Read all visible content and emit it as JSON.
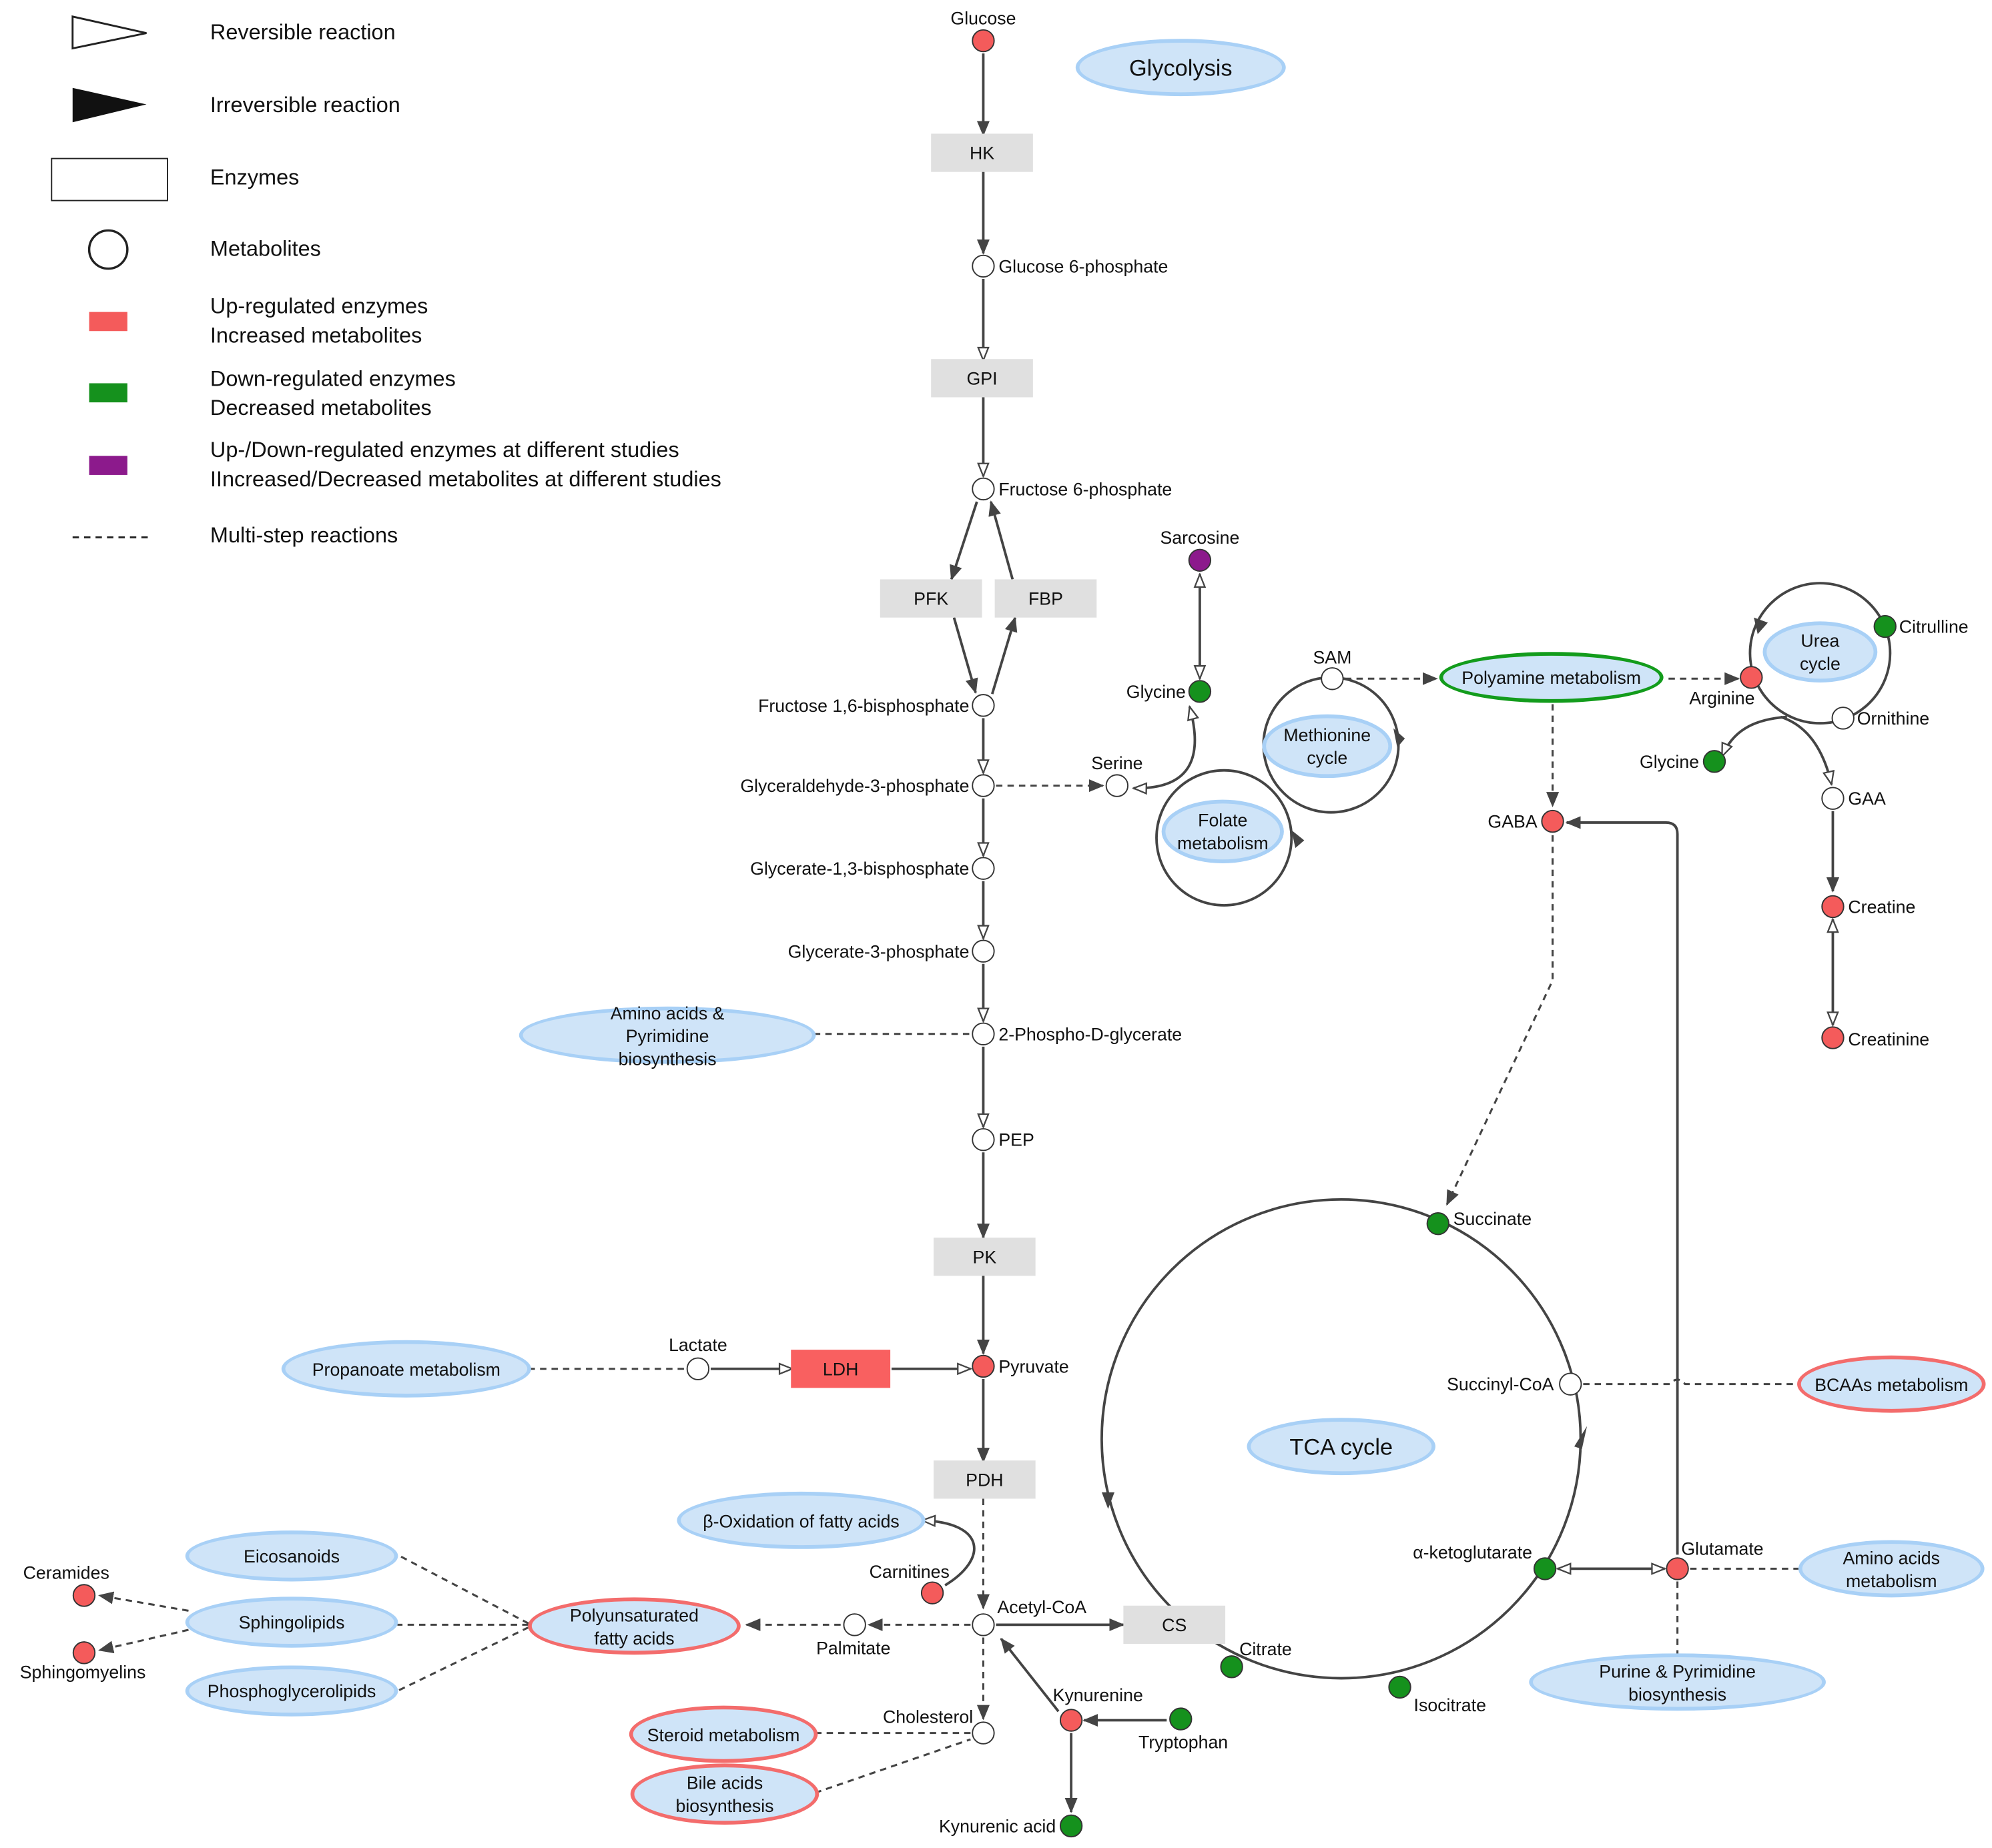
{
  "legend": {
    "reversible": "Reversible reaction",
    "irreversible": "Irreversible reaction",
    "enzymes": "Enzymes",
    "metabolites": "Metabolites",
    "up_enzymes": "Up-regulated enzymes",
    "up_metabolites": "Increased metabolites",
    "down_enzymes": "Down-regulated enzymes",
    "down_metabolites": "Decreased metabolites",
    "mixed_enzymes": "Up-/Down-regulated enzymes at different studies",
    "mixed_metabolites": "IIncreased/Decreased metabolites at different studies",
    "multistep": "Multi-step reactions",
    "colors": {
      "up": "#f45b5b",
      "down": "#15911d",
      "mixed": "#8c1a8c",
      "pathway_fill": "#cfe4f8",
      "pathway_border": "#a8d0f6",
      "enzyme": "#e0e0e0"
    }
  },
  "enzymes": {
    "hk": "HK",
    "gpi": "GPI",
    "pfk": "PFK",
    "fbp": "FBP",
    "pk": "PK",
    "ldh": "LDH",
    "pdh": "PDH",
    "cs": "CS"
  },
  "pathways": {
    "glycolysis": "Glycolysis",
    "amino_pyrimidine": "Amino acids & Pyrimidine biosynthesis",
    "propanoate": "Propanoate metabolism",
    "beta_oxidation": "β-Oxidation of fatty acids",
    "eicosanoids": "Eicosanoids",
    "sphingolipids": "Sphingolipids",
    "phosphoglycerolipids": "Phosphoglycerolipids",
    "pufa": "Polyunsaturated fatty acids",
    "steroid": "Steroid metabolism",
    "bile_acids": "Bile acids biosynthesis",
    "methionine": "Methionine cycle",
    "folate": "Folate metabolism",
    "polyamine": "Polyamine metabolism",
    "urea": "Urea cycle",
    "tca": "TCA cycle",
    "bcaa": "BCAAs metabolism",
    "amino_acids": "Amino acids metabolism",
    "purine_pyrimidine": "Purine & Pyrimidine biosynthesis"
  },
  "metabolites": {
    "glucose": "Glucose",
    "g6p": "Glucose 6-phosphate",
    "f6p": "Fructose 6-phosphate",
    "f16bp": "Fructose 1,6-bisphosphate",
    "g3p": "Glyceraldehyde-3-phosphate",
    "g13bp": "Glycerate-1,3-bisphosphate",
    "g3pg": "Glycerate-3-phosphate",
    "pdg": "2-Phospho-D-glycerate",
    "pep": "PEP",
    "pyruvate": "Pyruvate",
    "lactate": "Lactate",
    "acetylcoa": "Acetyl-CoA",
    "carnitines": "Carnitines",
    "palmitate": "Palmitate",
    "cholesterol": "Cholesterol",
    "kynurenine": "Kynurenine",
    "tryptophan": "Tryptophan",
    "kynurenic": "Kynurenic acid",
    "ceramides": "Ceramides",
    "sphingomyelins": "Sphingomyelins",
    "serine": "Serine",
    "glycine": "Glycine",
    "sarcosine": "Sarcosine",
    "sam": "SAM",
    "arginine": "Arginine",
    "citrulline": "Citrulline",
    "ornithine": "Ornithine",
    "glycine2": "Glycine",
    "gaa": "GAA",
    "creatine": "Creatine",
    "creatinine": "Creatinine",
    "gaba": "GABA",
    "succinate": "Succinate",
    "succinylcoa": "Succinyl-CoA",
    "akg": "α-ketoglutarate",
    "glutamate": "Glutamate",
    "citrate": "Citrate",
    "isocitrate": "Isocitrate"
  }
}
